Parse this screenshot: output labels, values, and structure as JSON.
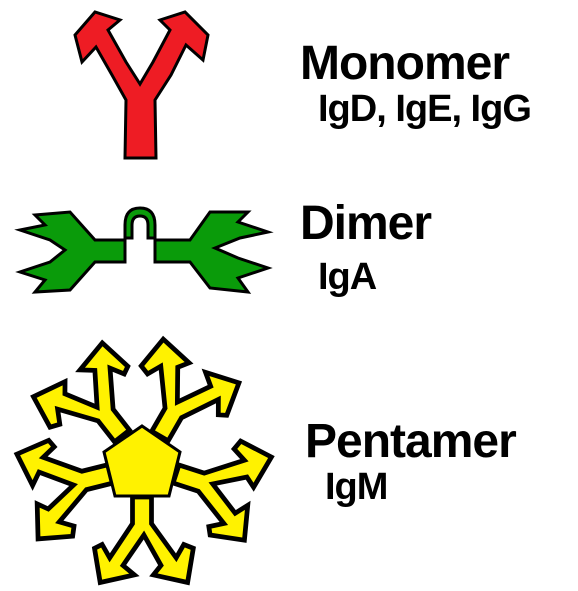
{
  "colors": {
    "monomer": "#ee1c24",
    "dimer": "#0a9b0a",
    "pentamer": "#fff200",
    "outline": "#000000"
  },
  "classes": [
    {
      "name": "Monomer",
      "members": "IgD, IgE, IgG"
    },
    {
      "name": "Dimer",
      "members": "IgA"
    },
    {
      "name": "Pentamer",
      "members": "IgM"
    }
  ]
}
